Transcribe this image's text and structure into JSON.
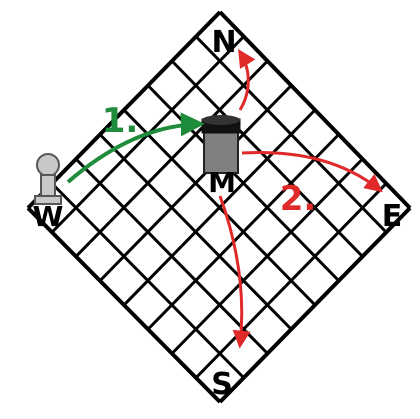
{
  "board": {
    "rows": 8,
    "cols": 8
  },
  "compass": {
    "north": "N",
    "east": "E",
    "south": "S",
    "west": "W"
  },
  "pieces": {
    "walker_label": "W",
    "mover_label": "M"
  },
  "steps": {
    "step1": "1.",
    "step2": "2."
  },
  "colors": {
    "grid": "#000000",
    "step1_arrow": "#1e8c3a",
    "step2_arrow": "#e02a2a",
    "walker_fill": "#c8c8c8",
    "mover_fill": "#808080",
    "mover_cap": "#111111"
  }
}
